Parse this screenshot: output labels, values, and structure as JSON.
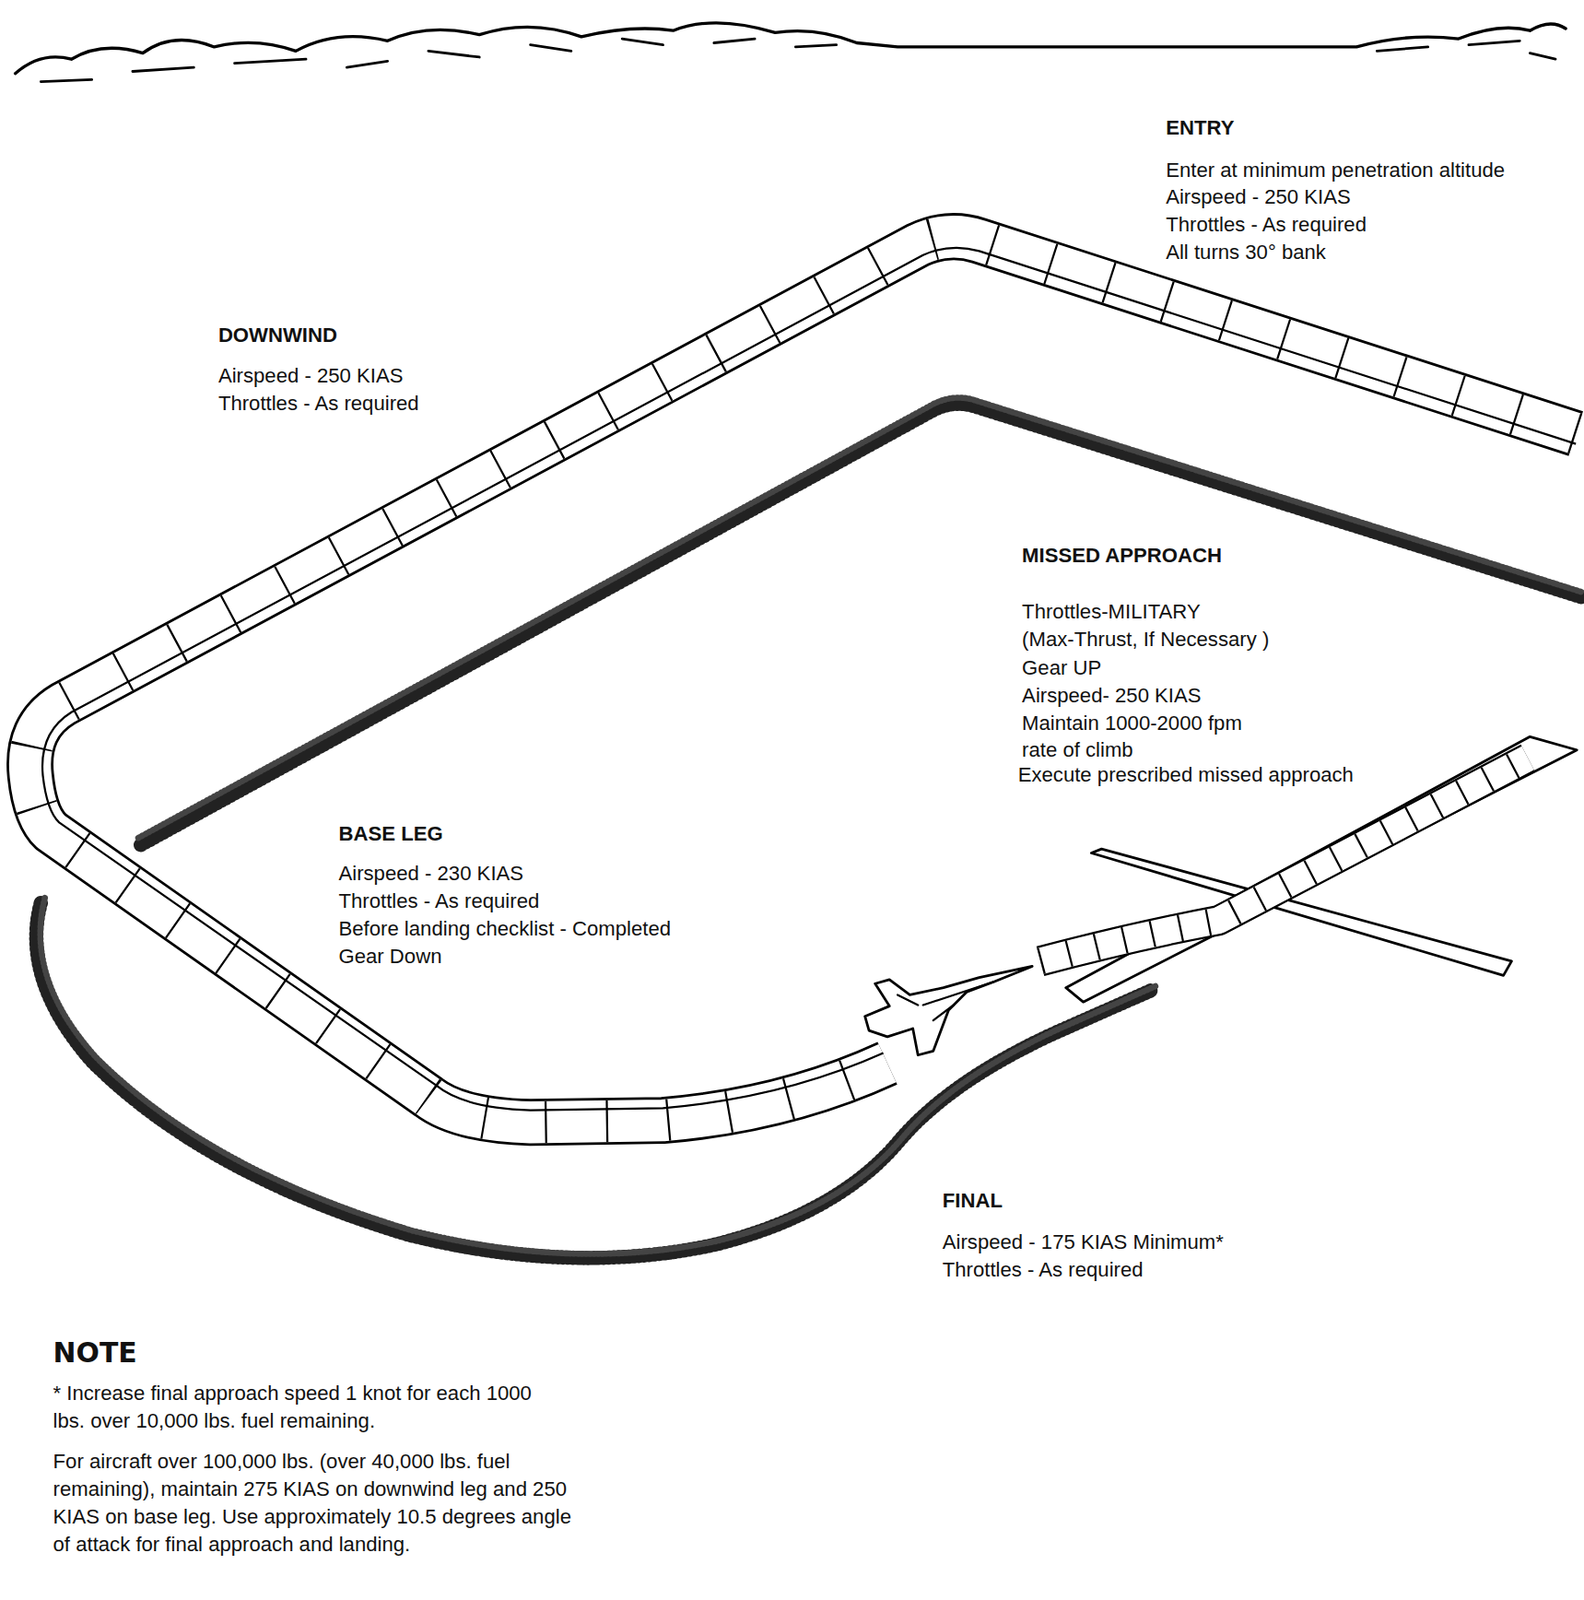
{
  "diagram": {
    "labels": [
      "ENTRY",
      "Enter at minimum penetration altitude",
      "Airspeed - 250 KIAS",
      "Throttles - As required",
      "All turns 30° bank",
      "DOWNWIND",
      "Airspeed - 250 KIAS",
      "Throttles - As required",
      "MISSED APPROACH",
      "Throttles-MILITARY",
      "(Max-Thrust, If Necessary )",
      "Gear UP",
      "Airspeed- 250 KIAS",
      "Maintain 1000-2000 fpm rate of climb",
      "Execute prescribed missed approach",
      "BASE LEG",
      "Airspeed - 230 KIAS",
      "Throttles - As required",
      "Before landing checklist - Completed",
      "Gear Down",
      "FINAL",
      "Airspeed - 175 KIAS Minimum*",
      "Throttles - As required",
      "NOTE",
      "* Increase final approach speed 1 knot for each 1000 lbs. over 10,000 lbs. fuel remaining.",
      "For aircraft over 100,000 lbs. (over 40,000 lbs. fuel remaining), maintain 275 KIAS on downwind leg and 250 KIAS on base leg. Use approximately 10.5 degrees angle of attack for final approach and landing."
    ]
  }
}
